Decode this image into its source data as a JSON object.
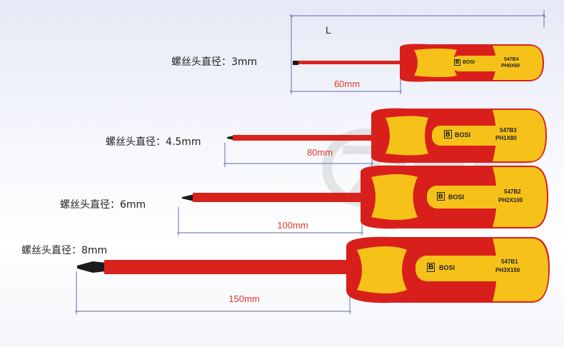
{
  "dimension_label": "L",
  "screwdrivers": [
    {
      "diameter_label": "螺丝头直径：3mm",
      "length_label": "60mm",
      "brand": "BOSI",
      "model": "547B4",
      "spec": "PH0X60"
    },
    {
      "diameter_label": "螺丝头直径：4.5mm",
      "length_label": "80mm",
      "brand": "BOSI",
      "model": "547B3",
      "spec": "PH1X80"
    },
    {
      "diameter_label": "螺丝头直径：6mm",
      "length_label": "100mm",
      "brand": "BOSI",
      "model": "547B2",
      "spec": "PH2X100"
    },
    {
      "diameter_label": "螺丝头直径：8mm",
      "length_label": "150mm",
      "brand": "BOSI",
      "model": "547B1",
      "spec": "PH3X150"
    }
  ],
  "colors": {
    "handle_red": "#d91f1b",
    "handle_yellow": "#f6c21a",
    "shaft_red": "#d8231c",
    "tip_black": "#1a1a1a",
    "dimension_line": "#7b86b8",
    "length_text": "#e03a2e"
  },
  "icons": [
    "bosi-logo-icon",
    "watermark-logo-icon"
  ]
}
